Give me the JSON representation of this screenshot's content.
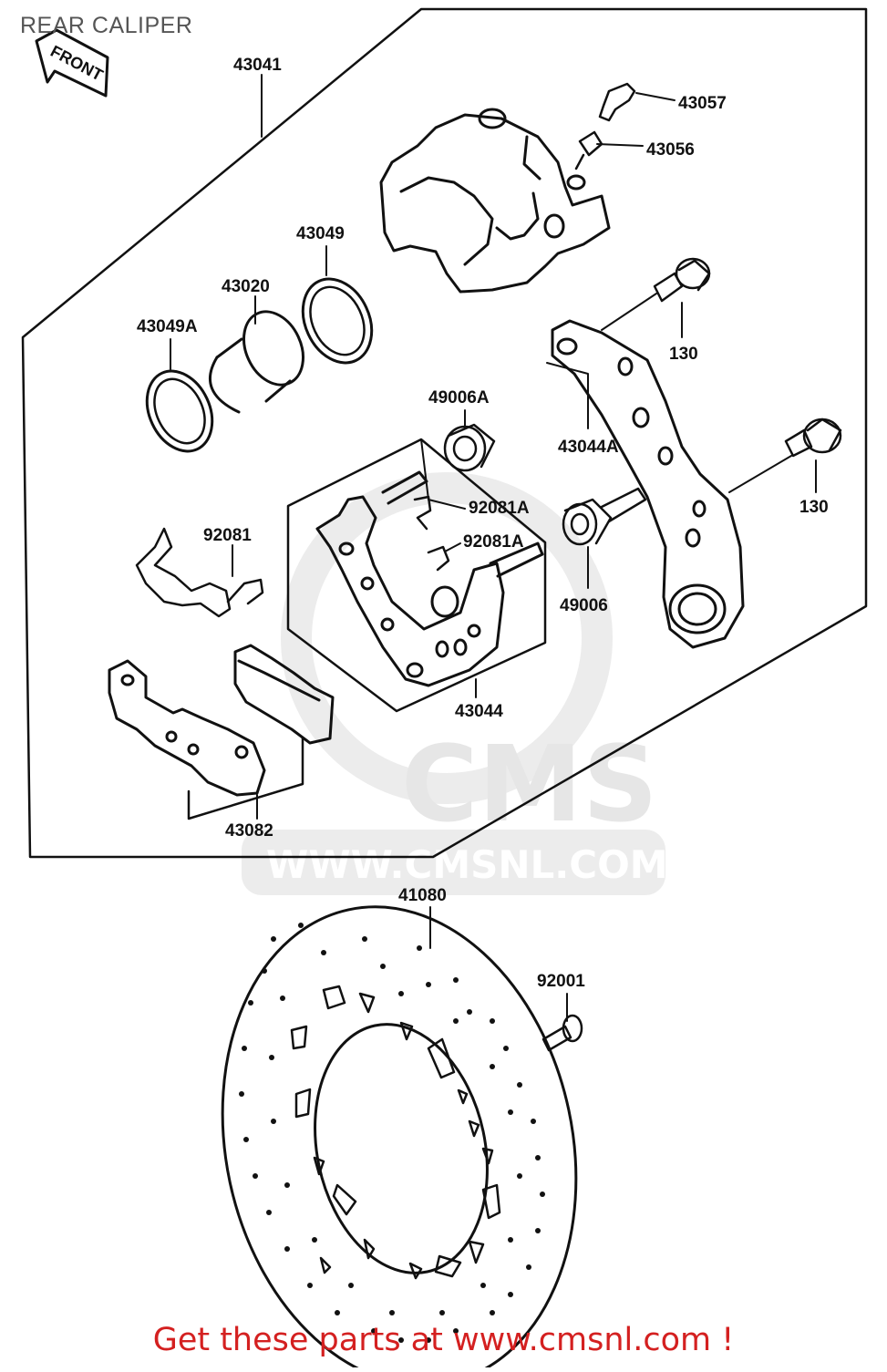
{
  "header": {
    "title": "REAR CALIPER"
  },
  "front_arrow_label": "FRONT",
  "watermark": {
    "brand": "CMS",
    "url": "WWW.CMSNL.COM"
  },
  "parts": [
    {
      "id": "p43041",
      "label": "43041"
    },
    {
      "id": "p43057",
      "label": "43057"
    },
    {
      "id": "p43056",
      "label": "43056"
    },
    {
      "id": "p43049",
      "label": "43049"
    },
    {
      "id": "p43020",
      "label": "43020"
    },
    {
      "id": "p43049A",
      "label": "43049A"
    },
    {
      "id": "p130a",
      "label": "130"
    },
    {
      "id": "p49006A",
      "label": "49006A"
    },
    {
      "id": "p43044A",
      "label": "43044A"
    },
    {
      "id": "p92081Aa",
      "label": "92081A"
    },
    {
      "id": "p130b",
      "label": "130"
    },
    {
      "id": "p92081",
      "label": "92081"
    },
    {
      "id": "p92081Ab",
      "label": "92081A"
    },
    {
      "id": "p49006",
      "label": "49006"
    },
    {
      "id": "p43044",
      "label": "43044"
    },
    {
      "id": "p43082",
      "label": "43082"
    },
    {
      "id": "p41080",
      "label": "41080"
    },
    {
      "id": "p92001",
      "label": "92001"
    }
  ],
  "footer": {
    "cta": "Get these parts at www.cmsnl.com !"
  },
  "colors": {
    "line": "#111111",
    "footer_text": "#d42020",
    "watermark": "#e6e6e6"
  }
}
